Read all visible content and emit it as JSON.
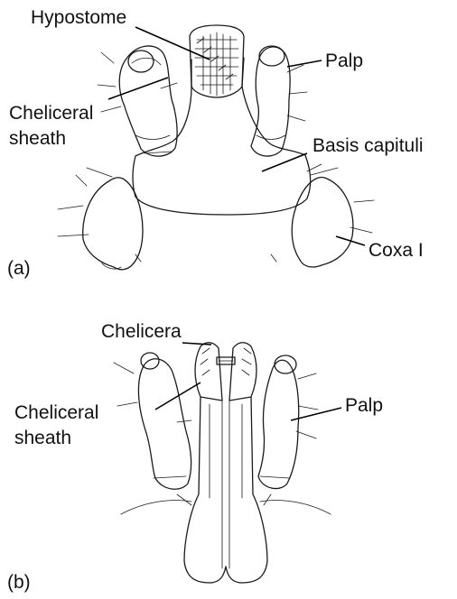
{
  "figure_a": {
    "panel_label": "(a)",
    "labels": {
      "hypostome": "Hypostome",
      "palp": "Palp",
      "cheliceral_sheath_line1": "Cheliceral",
      "cheliceral_sheath_line2": "sheath",
      "basis_capituli": "Basis capituli",
      "coxa": "Coxa I"
    }
  },
  "figure_b": {
    "panel_label": "(b)",
    "labels": {
      "chelicera": "Chelicera",
      "cheliceral_sheath_line1": "Cheliceral",
      "cheliceral_sheath_line2": "sheath",
      "palp": "Palp"
    }
  },
  "colors": {
    "ink": "#1a1a1a",
    "background": "#ffffff"
  }
}
